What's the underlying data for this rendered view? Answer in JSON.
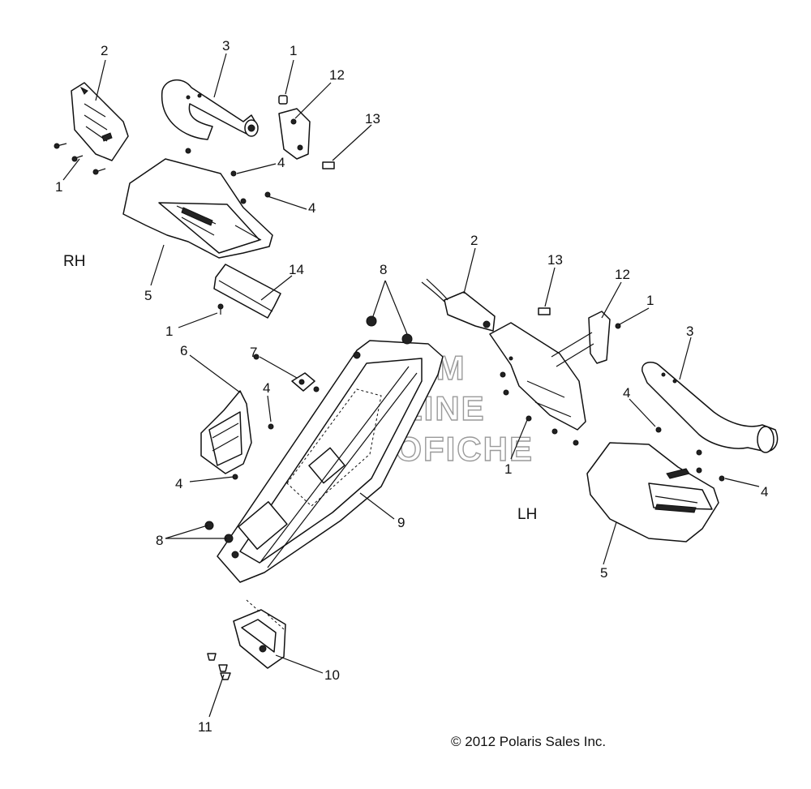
{
  "side_labels": {
    "rh": "RH",
    "lh": "LH"
  },
  "copyright": "© 2012 Polaris Sales Inc.",
  "watermark": [
    "PLSM",
    "ONLINE",
    "MICROFICHE"
  ],
  "callouts": [
    {
      "id": "c-rh-2",
      "text": "2"
    },
    {
      "id": "c-rh-3",
      "text": "3"
    },
    {
      "id": "c-rh-1a",
      "text": "1"
    },
    {
      "id": "c-rh-12",
      "text": "12"
    },
    {
      "id": "c-rh-13",
      "text": "13"
    },
    {
      "id": "c-rh-1b",
      "text": "1"
    },
    {
      "id": "c-rh-4a",
      "text": "4"
    },
    {
      "id": "c-rh-4b",
      "text": "4"
    },
    {
      "id": "c-rh-5",
      "text": "5"
    },
    {
      "id": "c-14",
      "text": "14"
    },
    {
      "id": "c-1c",
      "text": "1"
    },
    {
      "id": "c-8a",
      "text": "8"
    },
    {
      "id": "c-7",
      "text": "7"
    },
    {
      "id": "c-6",
      "text": "6"
    },
    {
      "id": "c-4c",
      "text": "4"
    },
    {
      "id": "c-4d",
      "text": "4"
    },
    {
      "id": "c-8b",
      "text": "8"
    },
    {
      "id": "c-9",
      "text": "9"
    },
    {
      "id": "c-10",
      "text": "10"
    },
    {
      "id": "c-11",
      "text": "11"
    },
    {
      "id": "c-lh-2",
      "text": "2"
    },
    {
      "id": "c-lh-13",
      "text": "13"
    },
    {
      "id": "c-lh-12",
      "text": "12"
    },
    {
      "id": "c-lh-1a",
      "text": "1"
    },
    {
      "id": "c-lh-3",
      "text": "3"
    },
    {
      "id": "c-lh-4a",
      "text": "4"
    },
    {
      "id": "c-lh-4b",
      "text": "4"
    },
    {
      "id": "c-lh-1b",
      "text": "1"
    },
    {
      "id": "c-lh-5",
      "text": "5"
    }
  ]
}
